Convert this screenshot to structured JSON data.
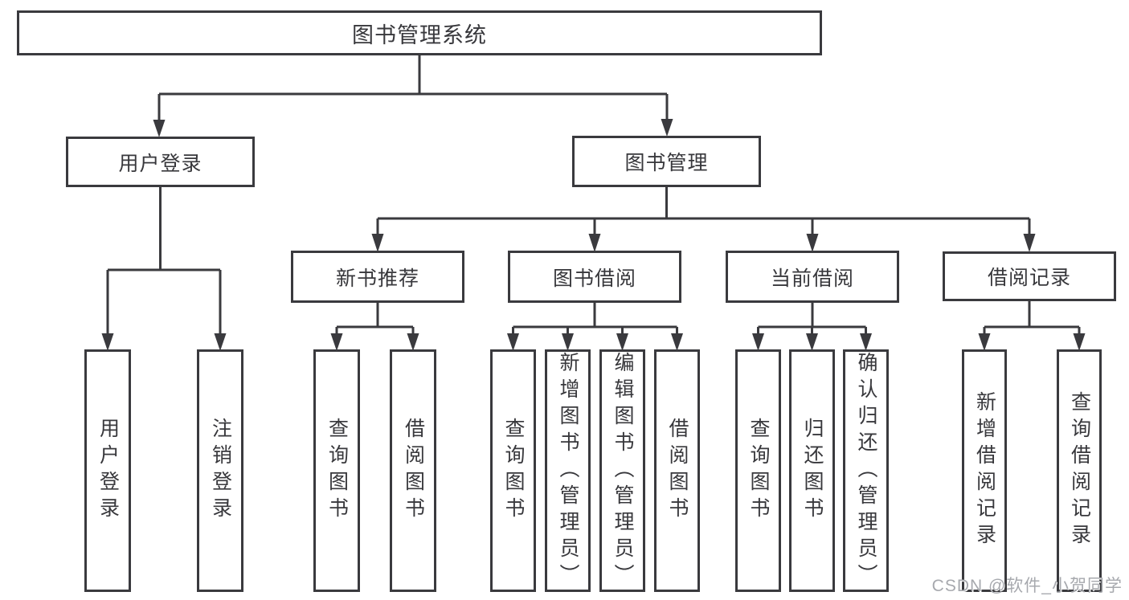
{
  "diagram": {
    "watermark": "CSDN @软件_小贺同学",
    "colors": {
      "line": "#3a3a3e",
      "text": "#38383c",
      "background": "#ffffff",
      "watermark": "#a7a9ae"
    },
    "tree": {
      "root": {
        "label": "图书管理系统"
      },
      "branches": [
        {
          "label": "用户登录",
          "children": [
            {
              "label": "用户登录"
            },
            {
              "label": "注销登录"
            }
          ]
        },
        {
          "label": "图书管理",
          "children": [
            {
              "label": "新书推荐",
              "children": [
                {
                  "label": "查询图书"
                },
                {
                  "label": "借阅图书"
                }
              ]
            },
            {
              "label": "图书借阅",
              "children": [
                {
                  "label": "查询图书"
                },
                {
                  "label": "新增图书（管理员）"
                },
                {
                  "label": "编辑图书（管理员）"
                },
                {
                  "label": "借阅图书"
                }
              ]
            },
            {
              "label": "当前借阅",
              "children": [
                {
                  "label": "查询图书"
                },
                {
                  "label": "归还图书"
                },
                {
                  "label": "确认归还（管理员）"
                }
              ]
            },
            {
              "label": "借阅记录",
              "children": [
                {
                  "label": "新增借阅记录"
                },
                {
                  "label": "查询借阅记录"
                }
              ]
            }
          ]
        }
      ]
    }
  }
}
